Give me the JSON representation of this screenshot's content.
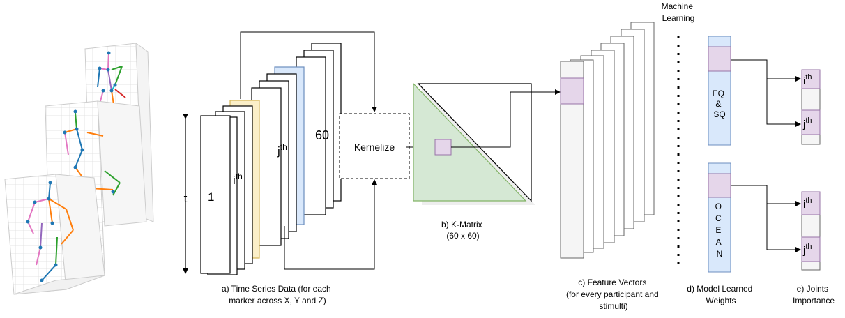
{
  "time_series": {
    "axis_label": "t",
    "first_label": "1",
    "i_label": {
      "base": "i",
      "sup": "th"
    },
    "j_label": {
      "base": "j",
      "sup": "th"
    },
    "last_label": "60",
    "caption_lines": [
      "a) Time Series Data (for each",
      "marker across X, Y and Z)"
    ]
  },
  "kernelize": {
    "label": "Kernelize"
  },
  "k_matrix": {
    "caption_lines": [
      "b) K-Matrix",
      "(60 x 60)"
    ]
  },
  "feature_vectors": {
    "caption_lines": [
      "c) Feature Vectors",
      "(for every participant and",
      "stimulti)"
    ]
  },
  "machine_learning": {
    "label_lines": [
      "Machine",
      "Learning"
    ]
  },
  "weights": {
    "eq_sq_lines": [
      "EQ",
      "&",
      "SQ"
    ],
    "ocean_letters": [
      "O",
      "C",
      "E",
      "A",
      "N"
    ],
    "caption_lines": [
      "d) Model Learned",
      "Weights"
    ]
  },
  "joints": {
    "i_label": {
      "base": "i",
      "sup": "th"
    },
    "j_label": {
      "base": "j",
      "sup": "th"
    },
    "caption_lines": [
      "e) Joints",
      "Importance"
    ]
  },
  "colors": {
    "yellow": "#fbefc8",
    "yellow_stroke": "#d6b656",
    "blue": "#d9e8fb",
    "blue_stroke": "#6c8ebf",
    "green": "#d5e8d4",
    "green_stroke": "#82b366",
    "purple": "#e5d6ea",
    "purple_stroke": "#9673a6",
    "gray": "#f5f5f5"
  }
}
